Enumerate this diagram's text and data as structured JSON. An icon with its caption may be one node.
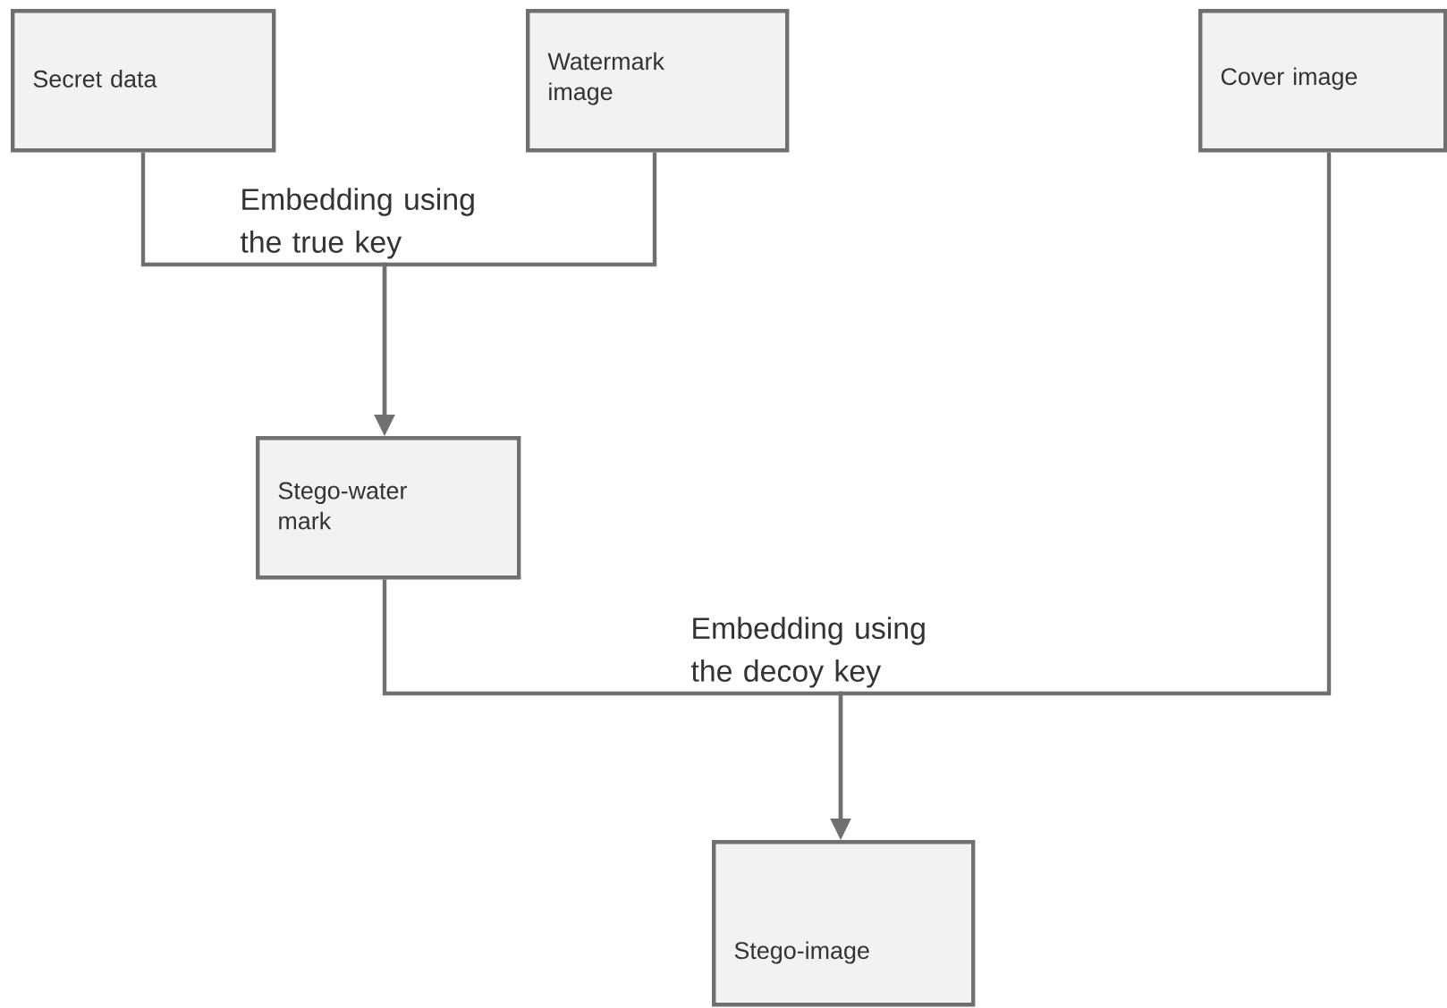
{
  "diagram": {
    "nodes": [
      {
        "text": [
          "Secret data"
        ]
      },
      {
        "text": [
          "Watermark image"
        ]
      },
      {
        "text": [
          "Cover image"
        ]
      },
      {
        "text": [
          "Stego-water mark"
        ]
      },
      {
        "text": [
          "Stego-image"
        ]
      }
    ],
    "edges": [
      {
        "from": 0,
        "to": 3,
        "arrow": "to",
        "label": "Embedding using the true key"
      },
      {
        "from": 1,
        "to": 3,
        "arrow": "to"
      },
      {
        "from": 3,
        "to": 4,
        "arrow": "to",
        "label": "Embedding using the decoy key"
      },
      {
        "from": 2,
        "to": 4,
        "arrow": "to"
      }
    ]
  }
}
